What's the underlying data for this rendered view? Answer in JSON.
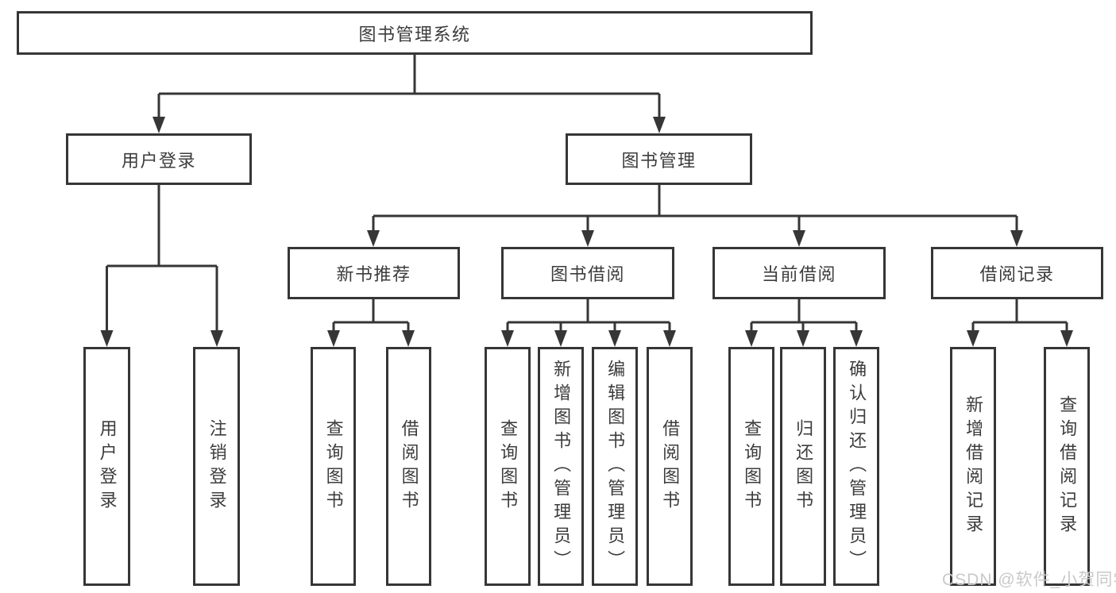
{
  "diagram": {
    "root": {
      "label": "图书管理系统"
    },
    "level2": [
      {
        "label": "用户登录"
      },
      {
        "label": "图书管理"
      }
    ],
    "level3": [
      {
        "label": "新书推荐"
      },
      {
        "label": "图书借阅"
      },
      {
        "label": "当前借阅"
      },
      {
        "label": "借阅记录"
      }
    ],
    "leaves": {
      "user_login": [
        {
          "label": "用户登录"
        },
        {
          "label": "注销登录"
        }
      ],
      "new_book": [
        {
          "label": "查询图书"
        },
        {
          "label": "借阅图书"
        }
      ],
      "book_borrow": [
        {
          "label": "查询图书"
        },
        {
          "label": "新增图书（管理员）"
        },
        {
          "label": "编辑图书（管理员）"
        },
        {
          "label": "借阅图书"
        }
      ],
      "current_borrow": [
        {
          "label": "查询图书"
        },
        {
          "label": "归还图书"
        },
        {
          "label": "确认归还（管理员）"
        }
      ],
      "borrow_records": [
        {
          "label": "新增借阅记录"
        },
        {
          "label": "查询借阅记录"
        }
      ]
    },
    "watermark": "CSDN @软件_小贺同学",
    "colors": {
      "line": "#363636",
      "text": "#3c3c3c",
      "box_bg": "#ffffff",
      "watermark": "#c9c9c9"
    }
  }
}
